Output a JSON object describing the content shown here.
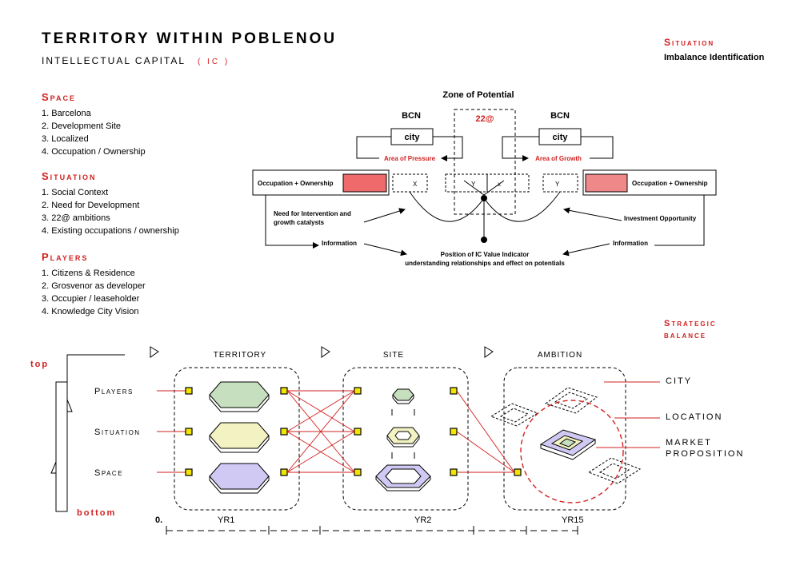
{
  "header": {
    "title": "TERRITORY WITHIN POBLENOU",
    "subtitle": "INTELLECTUAL CAPITAL",
    "subtitle_tag": "( IC )"
  },
  "top_right": {
    "situation_label": "Situation",
    "imbalance": "Imbalance Identification"
  },
  "sections": {
    "space": {
      "heading": "Space",
      "items": [
        "1. Barcelona",
        "2. Development Site",
        "3. Localized",
        "4. Occupation / Ownership"
      ]
    },
    "situation": {
      "heading": "Situation",
      "items": [
        "1. Social Context",
        "2. Need for Development",
        "3. 22@ ambitions",
        "4. Existing occupations / ownership"
      ]
    },
    "players": {
      "heading": "Players",
      "items": [
        "1. Citizens & Residence",
        "2. Grosvenor as developer",
        "3. Occupier / leaseholder",
        "4. Knowledge City Vision"
      ]
    }
  },
  "zone_diagram": {
    "zone_title": "Zone of Potential",
    "zone_code": "22@",
    "bcn_left": "BCN",
    "bcn_right": "BCN",
    "city_left": "city",
    "city_right": "city",
    "area_pressure": "Area of Pressure",
    "area_growth": "Area of Growth",
    "occ_left": "Occupation + Ownership",
    "occ_right": "Occupation + Ownership",
    "x_left": "X",
    "y_mid": "Y",
    "x_mid": "x",
    "y_right": "Y",
    "need_line1": "Need for Intervention and",
    "need_line2": "growth catalysts",
    "investment": "Investment Opportunity",
    "info_left": "Information",
    "info_right": "Information",
    "position_line1": "Position of IC Value Indicator",
    "position_line2": "understanding relationships and effect on potentials"
  },
  "strategic": {
    "line1": "Strategic",
    "line2": "balance",
    "top": "top",
    "bottom": "bottom",
    "col_territory": "TERRITORY",
    "col_site": "SITE",
    "col_ambition": "AMBITION",
    "row_players": "Players",
    "row_situation": "Situation",
    "row_space": "Space",
    "label_city": "CITY",
    "label_location": "LOCATION",
    "label_market1": "MARKET",
    "label_market2": "PROPOSITION",
    "timeline_start": "0.",
    "yr1": "YR1",
    "yr2": "YR2",
    "yr15": "YR15"
  },
  "colors": {
    "accent_red": "#d2201f",
    "red_box": "#ef6b6b",
    "green": "#c6dfbe",
    "yellow": "#f2f2c2",
    "lavender": "#cfc9f4",
    "marker_yellow": "#f2e600"
  }
}
